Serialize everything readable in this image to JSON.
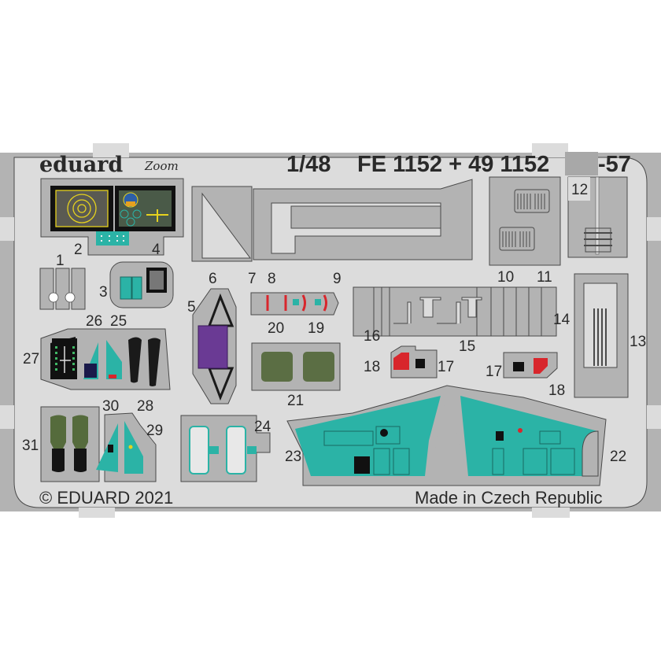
{
  "sheet": {
    "brand": "eduard",
    "series_logo": "Zoom",
    "scale": "1/48",
    "product_code": "FE 1152 + 49 1152",
    "aircraft_suffix": "-57",
    "copyright": "© EDUARD 2021",
    "origin": "Made in Czech Republic"
  },
  "colors": {
    "background": "#ffffff",
    "sheet_fill": "#dcdcdc",
    "fret_fill": "#b3b3b3",
    "outline": "#4a4a4a",
    "panel_teal": "#2bb3a6",
    "panel_black": "#1a1a1a",
    "mfd_screen": "#5a5a52",
    "mfd_yellow": "#e6d21e",
    "seat_green": "#556b3c",
    "pad_olive": "#5b6e44",
    "cushion_purple": "#6a3a94",
    "warning_red": "#d8262c",
    "redaction_grey": "#a8a8a8"
  },
  "parts": {
    "labels": [
      {
        "id": "1",
        "text": "1"
      },
      {
        "id": "2",
        "text": "2"
      },
      {
        "id": "3",
        "text": "3"
      },
      {
        "id": "4",
        "text": "4"
      },
      {
        "id": "5",
        "text": "5"
      },
      {
        "id": "6",
        "text": "6"
      },
      {
        "id": "7",
        "text": "7"
      },
      {
        "id": "8",
        "text": "8"
      },
      {
        "id": "9",
        "text": "9"
      },
      {
        "id": "10",
        "text": "10"
      },
      {
        "id": "11",
        "text": "11"
      },
      {
        "id": "12",
        "text": "12"
      },
      {
        "id": "13",
        "text": "13"
      },
      {
        "id": "14",
        "text": "14"
      },
      {
        "id": "15",
        "text": "15"
      },
      {
        "id": "16",
        "text": "16"
      },
      {
        "id": "17a",
        "text": "17"
      },
      {
        "id": "17b",
        "text": "17"
      },
      {
        "id": "18a",
        "text": "18"
      },
      {
        "id": "18b",
        "text": "18"
      },
      {
        "id": "19",
        "text": "19"
      },
      {
        "id": "20",
        "text": "20"
      },
      {
        "id": "21",
        "text": "21"
      },
      {
        "id": "22",
        "text": "22"
      },
      {
        "id": "23",
        "text": "23"
      },
      {
        "id": "24",
        "text": "24"
      },
      {
        "id": "25",
        "text": "25"
      },
      {
        "id": "26",
        "text": "26"
      },
      {
        "id": "27",
        "text": "27"
      },
      {
        "id": "28",
        "text": "28"
      },
      {
        "id": "29",
        "text": "29"
      },
      {
        "id": "30",
        "text": "30"
      },
      {
        "id": "31",
        "text": "31"
      }
    ]
  }
}
